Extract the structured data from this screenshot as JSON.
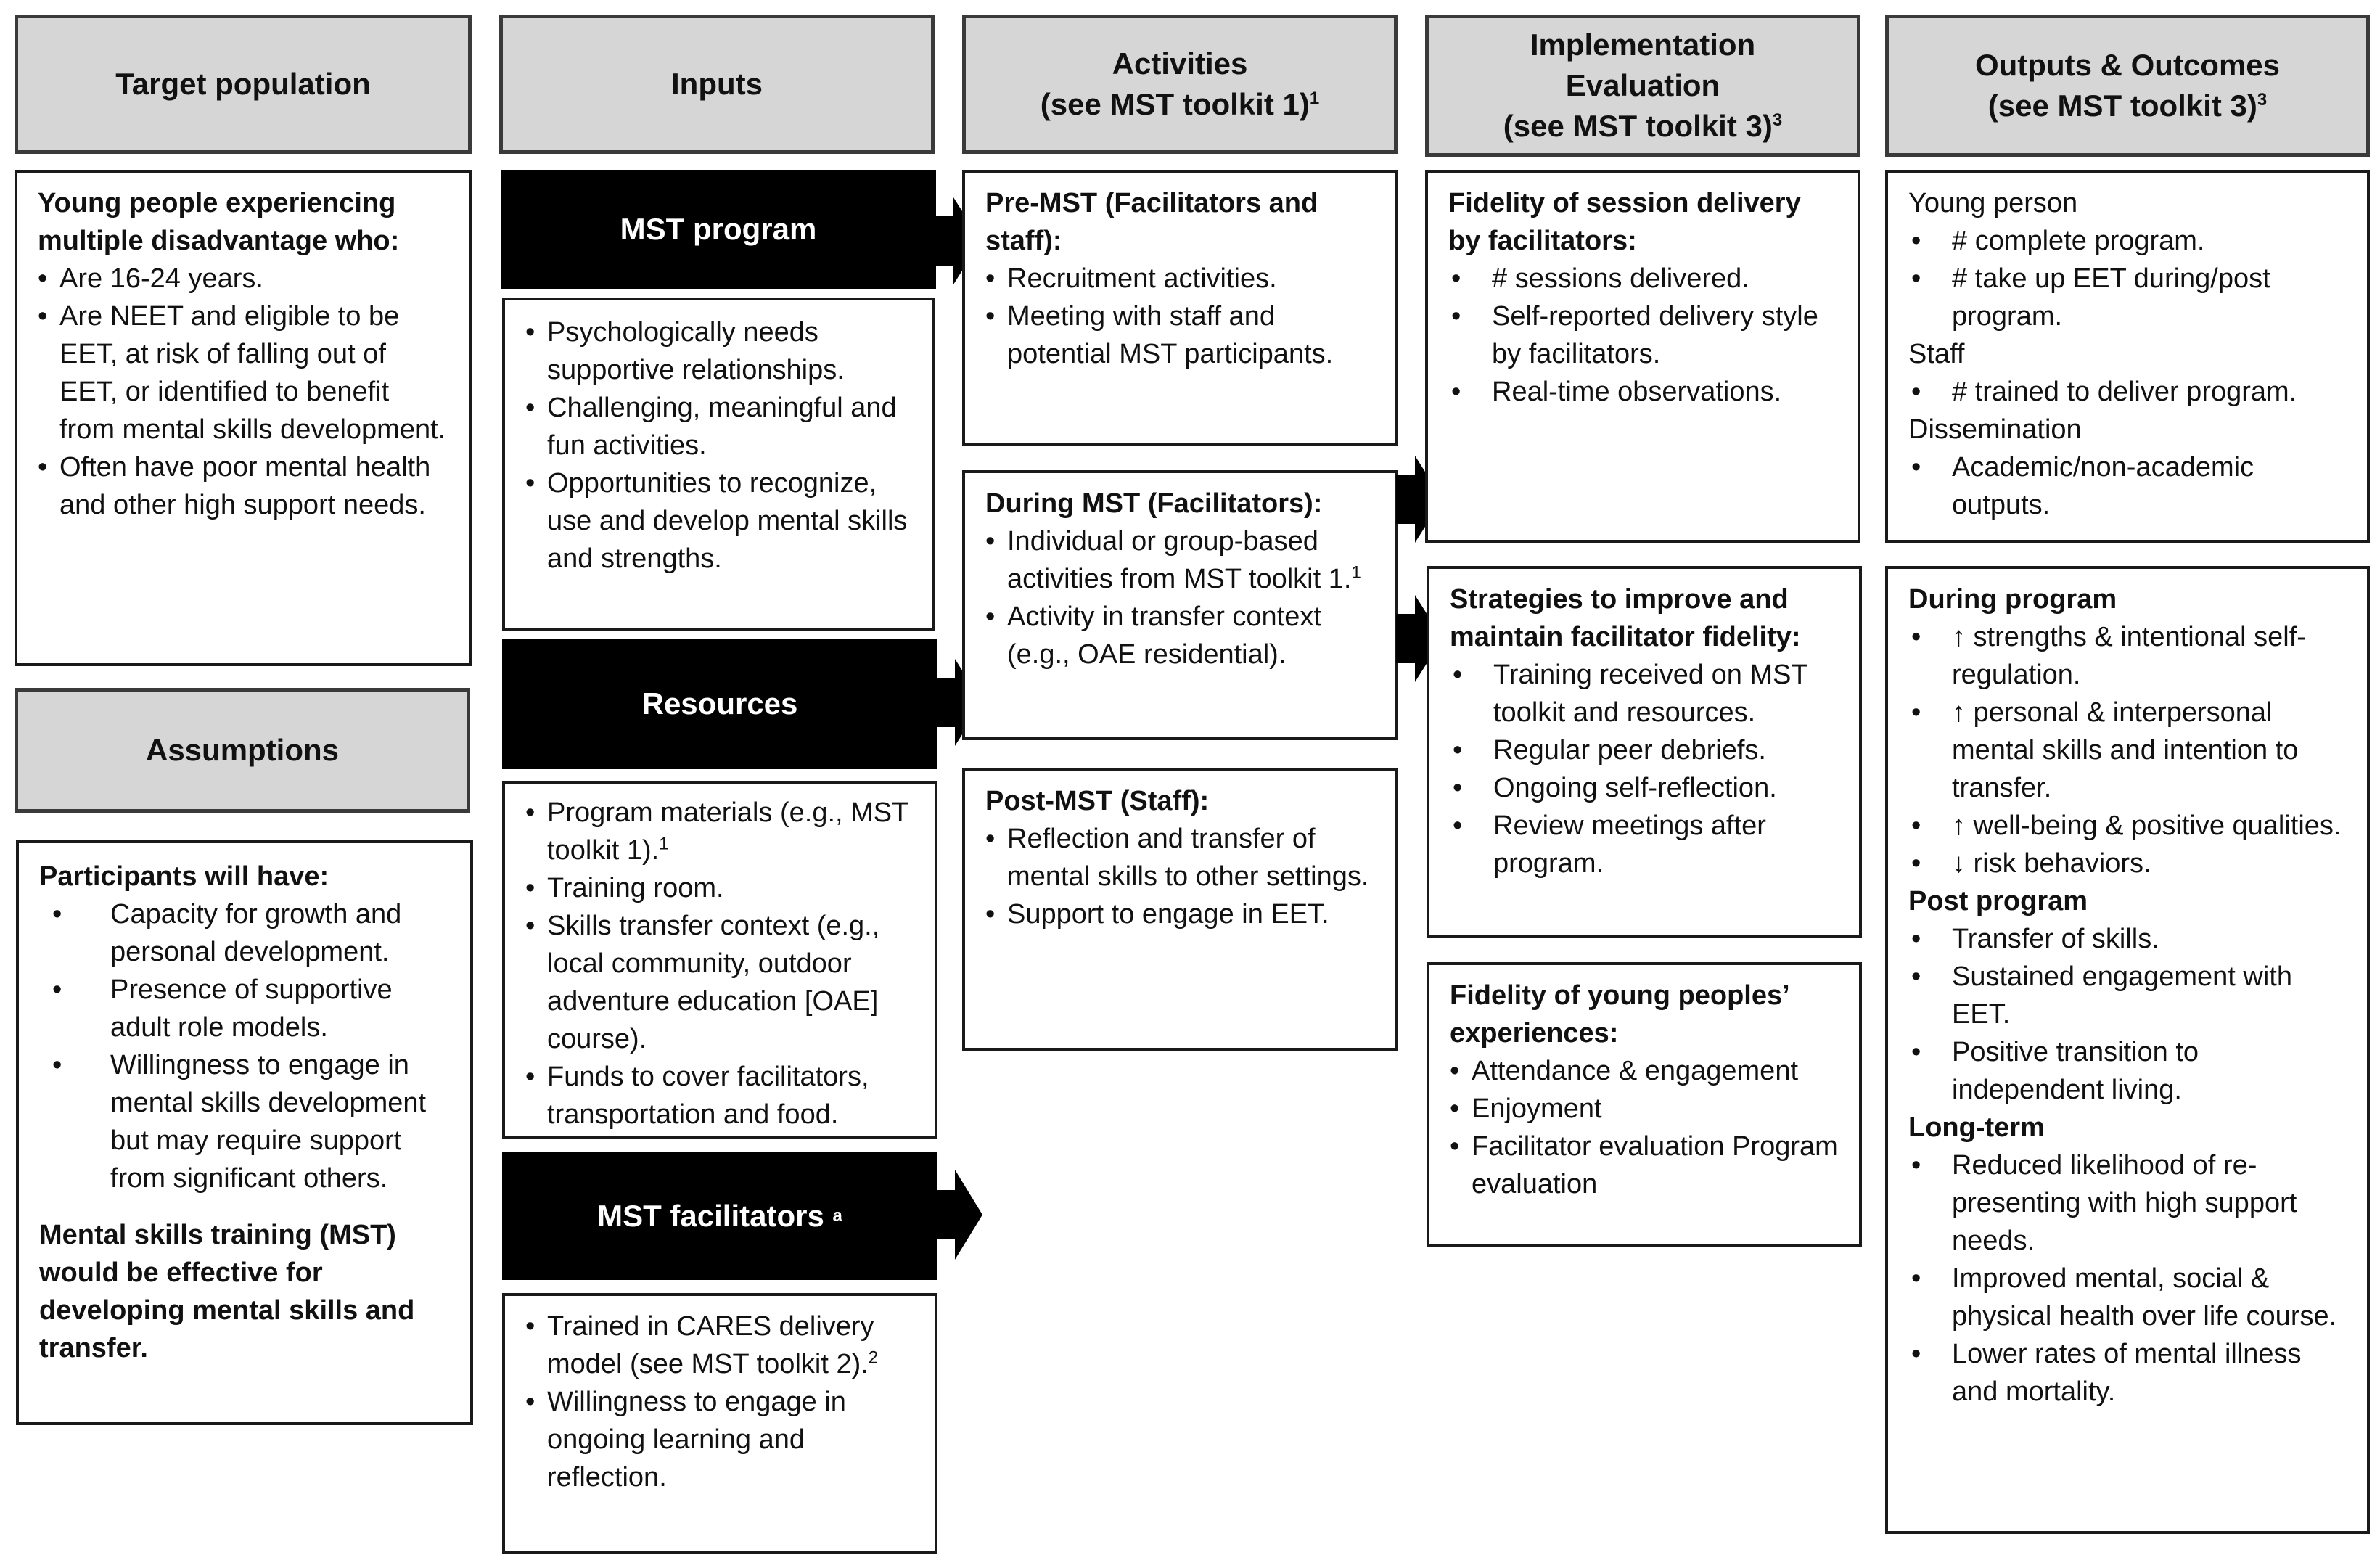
{
  "headers": {
    "target": [
      "Target population"
    ],
    "inputs": [
      "Inputs"
    ],
    "activities": [
      "Activities",
      "(see MST toolkit 1)"
    ],
    "activities_sup": "1",
    "implementation": [
      "Implementation",
      "Evaluation",
      "(see MST toolkit 3)"
    ],
    "implementation_sup": "3",
    "outputs": [
      "Outputs & Outcomes",
      "(see MST toolkit 3)"
    ],
    "outputs_sup": "3",
    "assumptions": [
      "Assumptions"
    ]
  },
  "target_population": {
    "title": "Young people experiencing multiple disadvantage who:",
    "items": [
      "Are 16-24 years.",
      "Are NEET and eligible to be EET, at risk of falling out of EET, or identified to benefit from mental skills development.",
      "Often have poor mental health and other high support needs."
    ]
  },
  "assumptions": {
    "title": "Participants will have:",
    "items": [
      "Capacity for growth and personal development.",
      "Presence of supportive adult role models.",
      "Willingness to engage in mental skills development but may require support from significant others."
    ],
    "conclusion": "Mental skills training (MST) would be effective for developing mental skills and transfer."
  },
  "inputs": {
    "mst_program": {
      "label": "MST program",
      "items": [
        "Psychologically needs supportive relationships.",
        "Challenging, meaningful and fun activities.",
        "Opportunities to recognize, use and develop mental skills and strengths."
      ]
    },
    "resources": {
      "label": "Resources",
      "items": [
        {
          "text": "Program materials (e.g., MST toolkit 1).",
          "sup": "1"
        },
        {
          "text": "Training room.",
          "sup": ""
        },
        {
          "text": "Skills transfer context (e.g., local community, outdoor adventure education [OAE] course).",
          "sup": ""
        },
        {
          "text": "Funds to cover facilitators, transportation and food.",
          "sup": ""
        }
      ]
    },
    "facilitators": {
      "label": "MST facilitators",
      "label_sup": "a",
      "items": [
        {
          "text": "Trained in CARES delivery model (see MST toolkit 2).",
          "sup": "2"
        },
        {
          "text": "Willingness to engage in ongoing learning and reflection.",
          "sup": ""
        }
      ]
    }
  },
  "activities": {
    "pre": {
      "title": "Pre-MST (Facilitators and staff):",
      "items": [
        "Recruitment activities.",
        "Meeting with staff and potential MST participants."
      ]
    },
    "during": {
      "title": "During MST (Facilitators):",
      "items": [
        {
          "text": "Individual or group-based activities from MST toolkit 1.",
          "sup": "1"
        },
        {
          "text": "Activity in transfer context (e.g., OAE residential).",
          "sup": ""
        }
      ]
    },
    "post": {
      "title": "Post-MST (Staff):",
      "items": [
        "Reflection and transfer of mental skills to other settings.",
        "Support to engage in EET."
      ]
    }
  },
  "implementation": {
    "fidelity_session": {
      "title": "Fidelity of session delivery by facilitators:",
      "items": [
        "# sessions delivered.",
        "Self-reported delivery style by facilitators.",
        "Real-time observations."
      ]
    },
    "strategies": {
      "title": "Strategies to improve and maintain facilitator fidelity:",
      "items": [
        "Training received on MST toolkit and resources.",
        "Regular peer debriefs.",
        "Ongoing self-reflection.",
        "Review meetings after program."
      ]
    },
    "fidelity_young": {
      "title": "Fidelity of young peoples’ experiences:",
      "items": [
        "Attendance & engagement",
        "Enjoyment",
        "Facilitator evaluation Program evaluation"
      ]
    }
  },
  "outputs": {
    "top": {
      "young_person_label": "Young person",
      "young_person_items": [
        "# complete program.",
        "# take up EET during/post program."
      ],
      "staff_label": "Staff",
      "staff_items": [
        "# trained to deliver program."
      ],
      "dissemination_label": "Dissemination",
      "dissemination_items": [
        "Academic/non-academic outputs."
      ]
    },
    "outcomes": {
      "during_label": "During program",
      "during_items": [
        "↑ strengths & intentional self-regulation.",
        "↑ personal & interpersonal mental skills and intention to transfer.",
        "↑ well-being & positive qualities.",
        "↓ risk behaviors."
      ],
      "post_label": "Post program",
      "post_items": [
        "Transfer of skills.",
        "Sustained engagement with EET.",
        "Positive transition to independent living."
      ],
      "long_label": "Long-term",
      "long_items": [
        "Reduced likelihood of re-presenting with high support needs.",
        "Improved mental, social & physical health over life course.",
        "Lower rates of mental illness and mortality."
      ]
    }
  }
}
